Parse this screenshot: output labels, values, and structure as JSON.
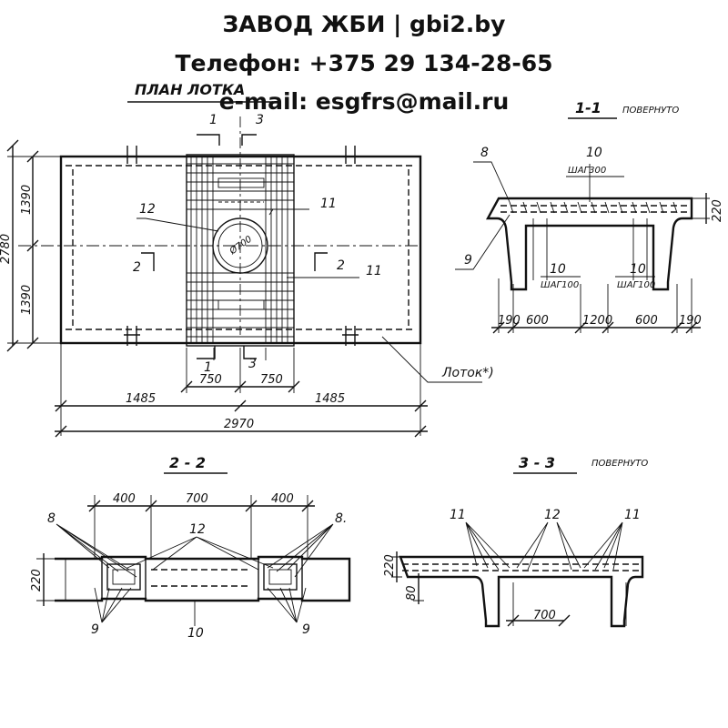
{
  "header": {
    "line1": "ЗАВОД ЖБИ | gbi2.by",
    "line2": "Телефон: +375 29 134-28-65",
    "line3": "e-mail: esgfrs@mail.ru"
  },
  "plan": {
    "title": "ПЛАН ЛОТКА",
    "dims": {
      "total_height": "2780",
      "upper_half": "1390",
      "lower_half": "1390",
      "left_part": "1485",
      "right_part": "1485",
      "total_length": "2970",
      "left_opening": "750",
      "right_opening": "750",
      "hole_dia": "Ø700"
    },
    "cuts": {
      "c1": "1",
      "c3": "3",
      "c2": "2"
    },
    "callouts": {
      "c12": "12",
      "c11a": "11",
      "c11b": "11"
    },
    "tray_label": "Лоток*)"
  },
  "section11": {
    "title": "1-1",
    "note": "ПОВЕРНУТО",
    "callouts": {
      "c8": "8",
      "c9": "9",
      "c10": "10"
    },
    "step_top": "ШАГ300",
    "rebar_left": "10",
    "rebar_right": "10",
    "step_left": "ШАГ100",
    "step_right": "ШАГ100",
    "height": "220",
    "dims": [
      "190",
      "600",
      "1200",
      "600",
      "190"
    ]
  },
  "section22": {
    "title": "2 - 2",
    "dims": [
      "400",
      "700",
      "400"
    ],
    "height": "220",
    "callouts": {
      "c8l": "8",
      "c8r": "8.",
      "c12": "12",
      "c9l": "9",
      "c9r": "9",
      "c10": "10"
    }
  },
  "section33": {
    "title": "3 - 3",
    "note": "ПОВЕРНУТО",
    "callouts": {
      "c11l": "11",
      "c12": "12",
      "c11r": "11"
    },
    "height": "220",
    "depth": "80",
    "opening": "700"
  }
}
